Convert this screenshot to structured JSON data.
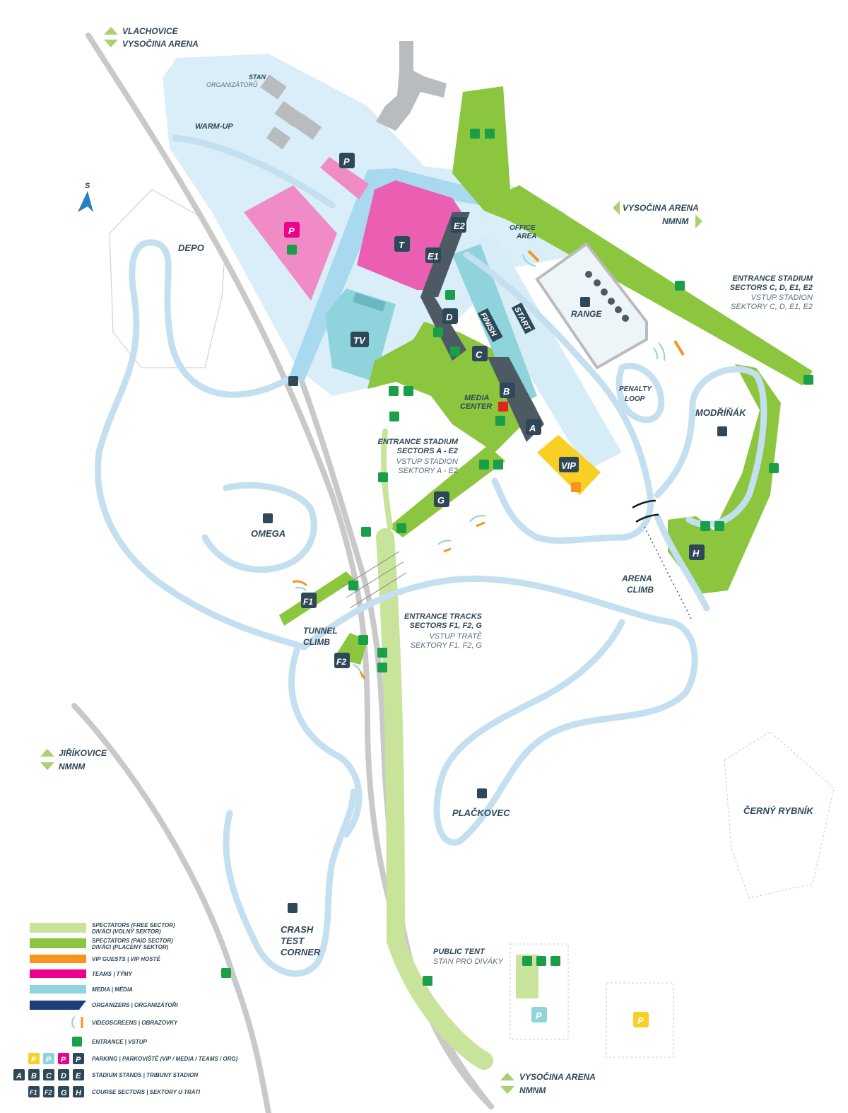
{
  "map": {
    "directions": {
      "top_up": "VLACHOVICE",
      "top_down": "VYSOČINA ARENA",
      "right_left": "VYSOČINA ARENA",
      "right_right": "NMNM",
      "left_up": "JIŘÍKOVICE",
      "left_down": "NMNM",
      "bottom_up": "VYSOČINA ARENA",
      "bottom_down": "NMNM"
    },
    "north_label": "S",
    "areas": {
      "stan_line1": "STAN",
      "stan_line2": "ORGANIZÁTORŮ",
      "warmup": "WARM-UP",
      "depo": "DEPO",
      "office_line1": "OFFICE",
      "office_line2": "AREA",
      "range": "RANGE",
      "finish": "FINISH",
      "start": "START",
      "penalty_line1": "PENALTY",
      "penalty_line2": "LOOP",
      "media_line1": "MEDIA",
      "media_line2": "CENTER",
      "tv": "TV",
      "vip": "VIP",
      "modrinak": "MODŘÍŇÁK",
      "omega": "OMEGA",
      "arena_climb_line1": "ARENA",
      "arena_climb_line2": "CLIMB",
      "tunnel_line1": "TUNNEL",
      "tunnel_line2": "CLIMB",
      "plackovec": "PLAČKOVEC",
      "crash_line1": "CRASH",
      "crash_line2": "TEST",
      "crash_line3": "CORNER",
      "cerny_rybnik": "ČERNÝ RYBNÍK",
      "public_tent_line1": "PUBLIC TENT",
      "public_tent_line2": "STAN PRO DIVÁKY"
    },
    "entrances": {
      "cd_line1": "ENTRANCE STADIUM",
      "cd_line2": "SECTORS C, D, E1, E2",
      "cd_line3": "VSTUP STADION",
      "cd_line4": "SEKTORY C, D, E1, E2",
      "ae_line1": "ENTRANCE STADIUM",
      "ae_line2": "SECTORS A - E2",
      "ae_line3": "VSTUP STADION",
      "ae_line4": "SEKTORY A - E2",
      "tracks_line1": "ENTRANCE TRACKS",
      "tracks_line2": "SECTORS F1, F2, G",
      "tracks_line3": "VSTUP TRATĚ",
      "tracks_line4": "SEKTORY F1, F2, G"
    },
    "sectors": {
      "a": "A",
      "b": "B",
      "c": "C",
      "d": "D",
      "e1": "E1",
      "e2": "E2",
      "f1": "F1",
      "f2": "F2",
      "g": "G",
      "h": "H",
      "t": "T",
      "p": "P"
    }
  },
  "legend": {
    "items": [
      {
        "text1": "SPECTATORS (FREE SECTOR)",
        "text2": "DIVÁCI (VOLNÝ SEKTOR)",
        "color": "#c8e39a"
      },
      {
        "text1": "SPECTATORS (PAID SECTOR)",
        "text2": "DIVÁCI (PLACENÝ SEKTOR)",
        "color": "#8cc63f"
      },
      {
        "text1": "VIP GUESTS | VIP HOSTÉ",
        "text2": "",
        "color": "#f7941d"
      },
      {
        "text1": "TEAMS | TÝMY",
        "text2": "",
        "color": "#ec008c"
      },
      {
        "text1": "MEDIA | MÉDIA",
        "text2": "",
        "color": "#8fd3dc"
      },
      {
        "text1": "ORGANIZERS | ORGANIZÁTOŘI",
        "text2": "",
        "color": "#1c3f7a"
      },
      {
        "text1": "VIDEOSCREENS | OBRAZOVKY",
        "text2": "",
        "color": ""
      },
      {
        "text1": "ENTRANCE | VSTUP",
        "text2": "",
        "color": ""
      },
      {
        "text1": "PARKING | PARKOVIŠTĚ (VIP / MEDIA / TEAMS / ORG)",
        "text2": "",
        "color": ""
      },
      {
        "text1": "STADIUM STANDS | TRIBUNY STADION",
        "text2": "",
        "color": ""
      },
      {
        "text1": "COURSE SECTORS | SEKTORY U TRATI",
        "text2": "",
        "color": ""
      }
    ],
    "parking_letters": [
      "P",
      "P",
      "P",
      "P"
    ],
    "stand_letters": [
      "A",
      "B",
      "C",
      "D",
      "E"
    ],
    "course_letters": [
      "F1",
      "F2",
      "G",
      "H"
    ]
  },
  "colors": {
    "free": "#c8e39a",
    "paid": "#8cc63f",
    "vip": "#f7941d",
    "teams": "#ec008c",
    "media": "#8fd3dc",
    "organizers": "#1c3f7a",
    "track": "#c4dff0",
    "stand": "#4d5a63",
    "sign": "#2f4858",
    "entrance": "#1a9e48"
  }
}
